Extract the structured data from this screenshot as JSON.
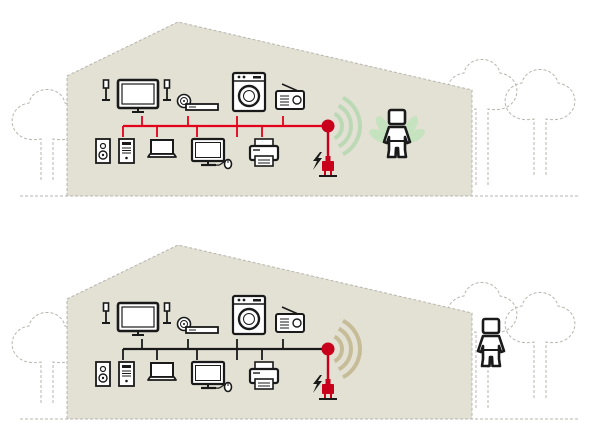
{
  "colors": {
    "background": "#ffffff",
    "house_fill": "#e3e0d4",
    "outline_dash": "#b7b6ae",
    "device_stroke": "#1a1a1a",
    "bus_active": "#e3001b",
    "bus_inactive": "#1a1a1a",
    "connector": "#c8001b",
    "wave_green": "#bcd9b6",
    "wave_khaki": "#c7bc98",
    "glow_green": "#c6e3bf",
    "screen_fill": "#ffffff"
  },
  "icons": {
    "speaker": "speaker-icon",
    "tv": "tv-icon",
    "disc_player": "disc-player-icon",
    "washing_machine": "washing-machine-icon",
    "radio": "radio-icon",
    "hifi_tower": "hifi-tower-icon",
    "pc_tower": "pc-tower-icon",
    "laptop": "laptop-icon",
    "monitor_mouse": "monitor-mouse-icon",
    "printer": "printer-icon",
    "power": "power-bolt-icon",
    "plug": "plug-icon",
    "wireless": "wireless-waves-icon",
    "person": "person-icon",
    "tree": "tree-outline"
  },
  "scenes": [
    {
      "id": "top",
      "bus_active": true,
      "person_glow": true
    },
    {
      "id": "bottom",
      "bus_active": false,
      "person_glow": false
    }
  ]
}
